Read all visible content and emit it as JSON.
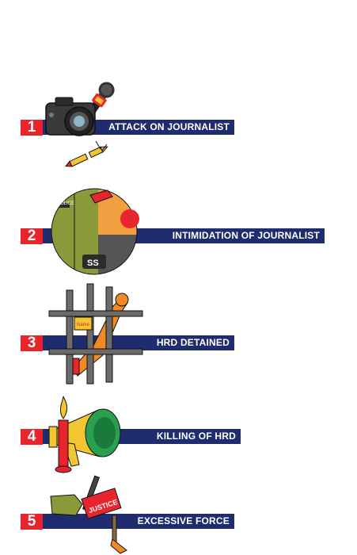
{
  "items": [
    {
      "number": "1",
      "label": "ATTACK ON JOURNALIST",
      "icon": "camera-microphone-pencil-icon"
    },
    {
      "number": "2",
      "label": "INTIMIDATION OF JOURNALIST",
      "icon": "police-threatening-journalist-icon"
    },
    {
      "number": "3",
      "label": "HRD DETAINED",
      "icon": "prison-bars-icon"
    },
    {
      "number": "4",
      "label": "KILLING OF HRD",
      "icon": "megaphone-candle-icon"
    },
    {
      "number": "5",
      "label": "EXCESSIVE FORCE",
      "icon": "baton-justice-sign-icon"
    }
  ],
  "sign_texts": {
    "detained_sign": "Name",
    "justice_sign": "JUSTICE",
    "badge": "SS",
    "police_label": "POLICE"
  },
  "colors": {
    "number_bg": "#e8242c",
    "bar_bg": "#1f2d6e",
    "text": "#ffffff"
  }
}
